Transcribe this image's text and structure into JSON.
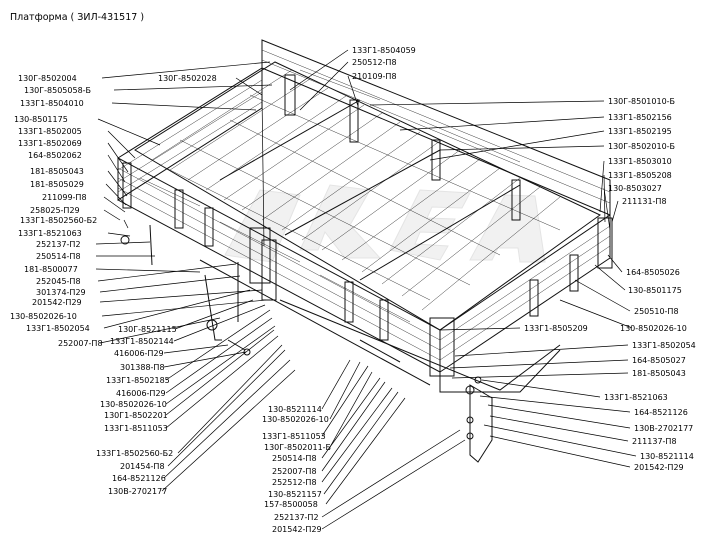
{
  "title": "Платформа ( ЗИЛ-431517 )",
  "labels": [
    "130Г-8502004",
    "130Г-8505058-Б",
    "133Г1-8504010",
    "130-8501175",
    "133Г1-8502005",
    "133Г1-8502069",
    "164-8502062",
    "181-8505043",
    "181-8505029",
    "211099-П8",
    "258025-П29",
    "133Г1-8502560-Б2",
    "133Г1-8521063",
    "252137-П2",
    "250514-П8",
    "181-8500077",
    "252045-П8",
    "301374-П29",
    "201542-П29",
    "130-8502026-10",
    "133Г1-8502054",
    "252007-П8",
    "130Г-8502028",
    "133Г1-8504059",
    "250512-П8",
    "210109-П8",
    "130Г-8501010-Б",
    "133Г1-8502156",
    "133Г1-8502195",
    "130Г-8502010-Б",
    "133Г1-8503010",
    "133Г1-8505208",
    "130-8503027",
    "211131-П8",
    "164-8505026",
    "130-8501175",
    "250510-П8",
    "130-8502026-10",
    "133Г1-8505209",
    "133Г1-8502054",
    "164-8505027",
    "181-8505043",
    "130Г-8521115",
    "133Г1-8502144",
    "416006-П29",
    "301388-П8",
    "133Г1-8502185",
    "416006-П29",
    "130-8502026-10",
    "130Г1-8502201",
    "133Г1-8511053",
    "133Г1-8502560-Б2",
    "201454-П8",
    "164-8521126",
    "130В-2702177",
    "130-8521114",
    "130-8502026-10",
    "133Г1-8511053",
    "130Г-8502011-Б",
    "250514-П8",
    "252007-П8",
    "252512-П8",
    "130-8521157",
    "157-8500058",
    "252137-П2",
    "201542-П29",
    "133Г1-8521063",
    "164-8521126",
    "130В-2702177",
    "211137-П8",
    "130-8521114",
    "201542-П29"
  ]
}
